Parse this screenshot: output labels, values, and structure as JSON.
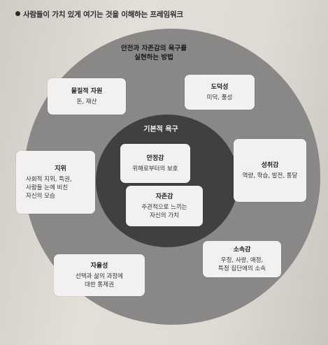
{
  "page": {
    "title": "사람들이 가치 있게 여기는 것을 이해하는 프레임워크"
  },
  "diagram": {
    "outer_label": "안전과 자존감의 욕구를\n실현하는 방법",
    "inner_label": "기본적 욕구",
    "outer_cards": [
      {
        "title": "물질적 자원",
        "desc": "돈, 재산"
      },
      {
        "title": "도덕성",
        "desc": "미덕, 품성"
      },
      {
        "title": "지위",
        "desc": "사회적 지위, 특권,\n사람들 눈에 비친\n자신의 모습"
      },
      {
        "title": "성취감",
        "desc": "역량, 학습, 발전, 통달"
      },
      {
        "title": "자율성",
        "desc": "선택과 삶의 과정에\n대한 통제권"
      },
      {
        "title": "소속감",
        "desc": "우정, 사랑, 애정,\n특정 집단에의 소속"
      }
    ],
    "inner_cards": [
      {
        "title": "안정감",
        "desc": "위해로부터의 보호"
      },
      {
        "title": "자존감",
        "desc": "주관적으로 느끼는\n자신의 가치"
      }
    ]
  }
}
